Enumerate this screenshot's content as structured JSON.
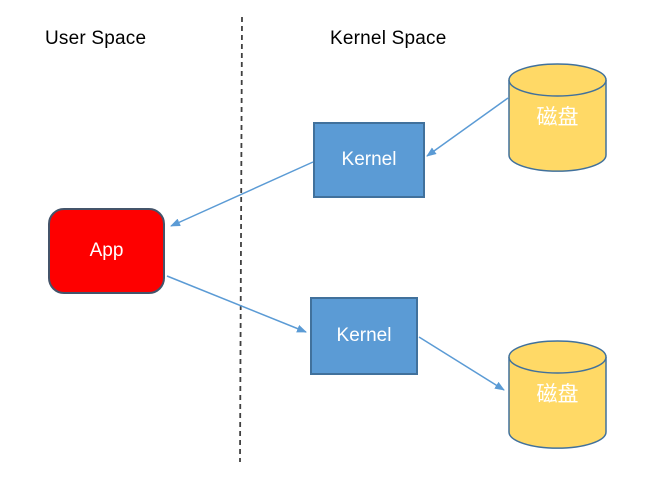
{
  "diagram": {
    "regions": {
      "left_label": "User Space",
      "right_label": "Kernel Space"
    },
    "nodes": {
      "app": {
        "label": "App",
        "shape": "rounded-rect",
        "fill": "#FE0000",
        "border": "#44546A",
        "region": "user-space"
      },
      "kernel_top": {
        "label": "Kernel",
        "shape": "rect",
        "fill": "#5B9BD5",
        "border": "#41719C",
        "region": "kernel-space"
      },
      "kernel_bottom": {
        "label": "Kernel",
        "shape": "rect",
        "fill": "#5B9BD5",
        "border": "#41719C",
        "region": "kernel-space"
      },
      "disk_top": {
        "label": "磁盘",
        "shape": "cylinder",
        "fill": "#FFD966",
        "border": "#41719C",
        "region": "kernel-space"
      },
      "disk_bottom": {
        "label": "磁盘",
        "shape": "cylinder",
        "fill": "#FFD966",
        "border": "#41719C",
        "region": "kernel-space"
      }
    },
    "connections": [
      {
        "from": "disk_top",
        "to": "kernel_top"
      },
      {
        "from": "kernel_top",
        "to": "app"
      },
      {
        "from": "app",
        "to": "kernel_bottom"
      },
      {
        "from": "kernel_bottom",
        "to": "disk_bottom"
      }
    ],
    "colors": {
      "arrow": "#5B9BD5",
      "divider": "#404040",
      "background": "#FFFFFF",
      "label_text": "#000000",
      "node_text": "#FFFFFF"
    }
  }
}
